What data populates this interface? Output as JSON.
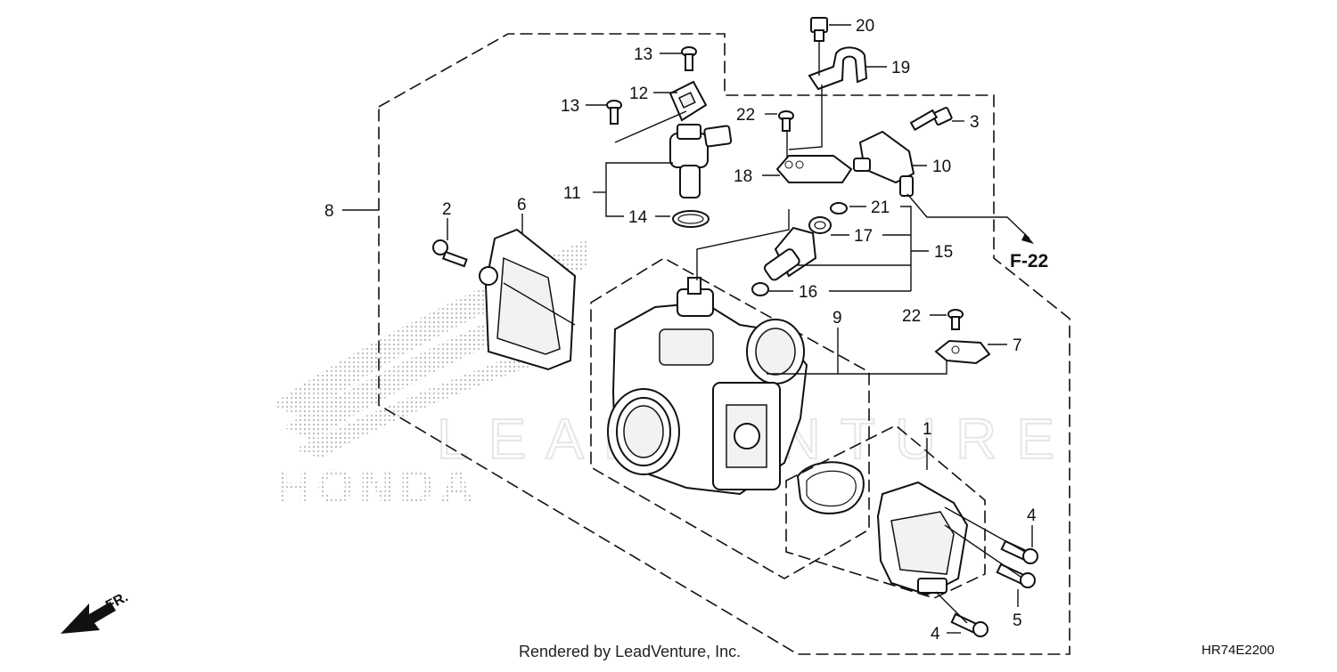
{
  "diagram": {
    "watermark_logo_text": "HONDA",
    "watermark_text": "LEADVENTURE",
    "footer_credit": "Rendered by LeadVenture, Inc.",
    "diagram_code": "HR74E2200",
    "front_label": "FR.",
    "reference": "F-22",
    "callouts": [
      {
        "id": "c1",
        "label": "1"
      },
      {
        "id": "c2",
        "label": "2"
      },
      {
        "id": "c3",
        "label": "3"
      },
      {
        "id": "c4a",
        "label": "4"
      },
      {
        "id": "c4b",
        "label": "4"
      },
      {
        "id": "c5",
        "label": "5"
      },
      {
        "id": "c6",
        "label": "6"
      },
      {
        "id": "c7",
        "label": "7"
      },
      {
        "id": "c8",
        "label": "8"
      },
      {
        "id": "c9",
        "label": "9"
      },
      {
        "id": "c10",
        "label": "10"
      },
      {
        "id": "c11",
        "label": "11"
      },
      {
        "id": "c12",
        "label": "12"
      },
      {
        "id": "c13a",
        "label": "13"
      },
      {
        "id": "c13b",
        "label": "13"
      },
      {
        "id": "c14",
        "label": "14"
      },
      {
        "id": "c15",
        "label": "15"
      },
      {
        "id": "c16",
        "label": "16"
      },
      {
        "id": "c17",
        "label": "17"
      },
      {
        "id": "c18",
        "label": "18"
      },
      {
        "id": "c19",
        "label": "19"
      },
      {
        "id": "c20",
        "label": "20"
      },
      {
        "id": "c21",
        "label": "21"
      },
      {
        "id": "c22a",
        "label": "22"
      },
      {
        "id": "c22b",
        "label": "22"
      }
    ]
  }
}
